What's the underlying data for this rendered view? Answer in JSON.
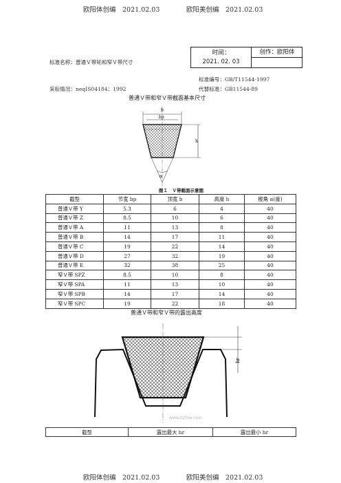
{
  "header": {
    "left": "欧阳体创编　2021.02.03",
    "right": "欧阳美创编　2021.02.03"
  },
  "footer": {
    "left": "欧阳体创编　2021.02.03",
    "right": "欧阳美创编　2021.02.03"
  },
  "info_box": {
    "time_label": "时间：",
    "time_value": "2021. 02. 03",
    "author": "创作：欧阳体"
  },
  "meta": {
    "standard_name": "标准名称：普通Ｖ带轮和窄Ｖ带尺寸",
    "standard_number": "标准编号：GB/T11544-1997",
    "adoption": "采标情况：neqIS04184：1992",
    "replaces": "代替标准：GB11544-89"
  },
  "section1": {
    "title": "普通Ｖ带和窄Ｖ带截面基本尺寸",
    "figure_caption": "图１　Ｖ带截面示意图",
    "figure_labels": {
      "b": "b",
      "bp": "bp",
      "h": "h",
      "alpha": "α"
    }
  },
  "table1": {
    "columns": [
      "截型",
      "节宽 bp",
      "顶宽 b",
      "高度 h",
      "楔角 α(度)"
    ],
    "rows": [
      [
        "普通Ｖ带 Y",
        "5.3",
        "6",
        "4",
        "40"
      ],
      [
        "普通Ｖ带 Z",
        "8.5",
        "10",
        "6",
        "40"
      ],
      [
        "普通Ｖ带 A",
        "11",
        "13",
        "8",
        "40"
      ],
      [
        "普通Ｖ带 B",
        "14",
        "17",
        "11",
        "40"
      ],
      [
        "普通Ｖ带 C",
        "19",
        "22",
        "14",
        "40"
      ],
      [
        "普通Ｖ带 D",
        "27",
        "32",
        "19",
        "40"
      ],
      [
        "普通Ｖ带 E",
        "32",
        "38",
        "25",
        "40"
      ],
      [
        "窄Ｖ带 SPZ",
        "8.5",
        "10",
        "8",
        "40"
      ],
      [
        "窄Ｖ带 SPA",
        "11",
        "13",
        "10",
        "40"
      ],
      [
        "窄Ｖ带 SPB",
        "14",
        "17",
        "14",
        "40"
      ],
      [
        "窄Ｖ带 SPC",
        "19",
        "22",
        "18",
        "40"
      ]
    ]
  },
  "section2": {
    "title": "普通Ｖ带和窄Ｖ带的露出高度",
    "figure_label": "hr",
    "watermark": "www.bzfxw.com"
  },
  "table2": {
    "columns": [
      "截型",
      "露出最大 hr",
      "露出最小 hr"
    ]
  }
}
